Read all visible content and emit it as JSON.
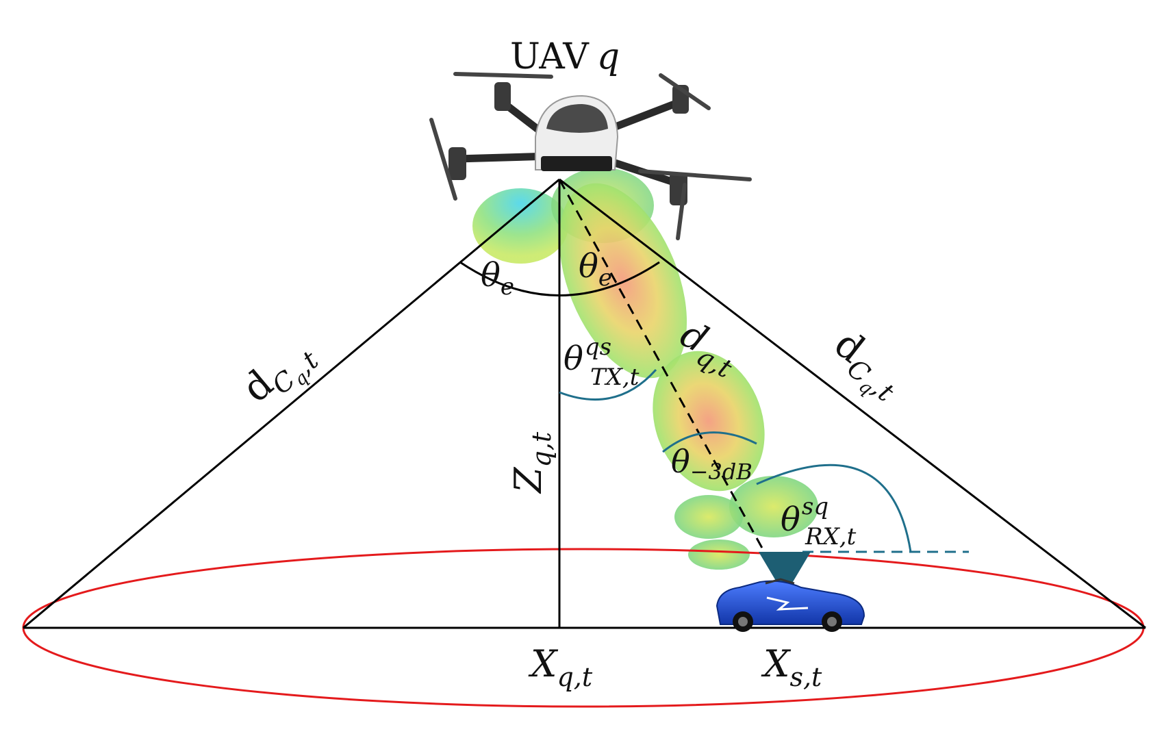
{
  "labels": {
    "uav": "UAV",
    "uav_var": "q",
    "theta_e": "θ",
    "theta_e_sub": "e",
    "d_cq_left": "d",
    "d_cq_left_sub": "C",
    "d_cq_left_subsub": "q",
    "d_cq_left_tail": ",t",
    "d_cq_right": "d",
    "d_cq_right_sub": "C",
    "d_cq_right_subsub": "q",
    "d_cq_right_tail": ",t",
    "d_qt": "d",
    "d_qt_sub": "q,t",
    "theta_tx": "θ",
    "theta_tx_sup": "qs",
    "theta_tx_sub": "TX,t",
    "z_qt": "Z",
    "z_qt_sub": "q,t",
    "theta_3db": "θ",
    "theta_3db_sub": "−3dB",
    "theta_rx": "θ",
    "theta_rx_sup": "sq",
    "theta_rx_sub": "RX,t",
    "x_qt": "X",
    "x_qt_sub": "q,t",
    "x_st": "X",
    "x_st_sub": "s,t"
  },
  "colors": {
    "coverage_ellipse": "#e41a1c",
    "angle_arc_teal": "#1f6f8b",
    "receiver_triangle": "#1d5e73",
    "car_body": "#1e4fd8",
    "beam_center": "#f08a6a",
    "beam_edge": "#9be06a"
  },
  "icons": {
    "drone": "quadcopter-drone-icon",
    "car": "blue-sports-car-icon",
    "receiver": "receiver-antenna-triangle-icon"
  }
}
